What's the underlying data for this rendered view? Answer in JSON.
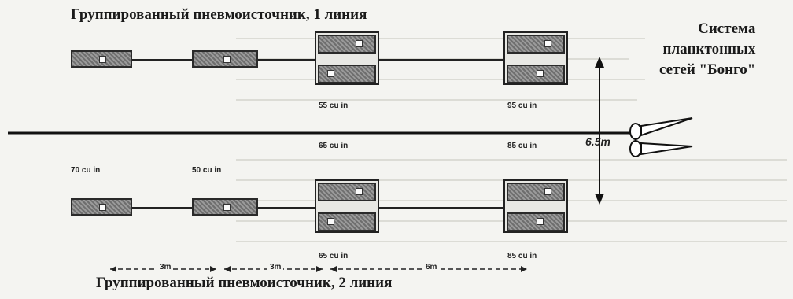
{
  "titles": {
    "line1": "Группированный пневмоисточник, 1 линия",
    "line2": "Группированный пневмоисточник, 2 линия"
  },
  "system_label": [
    "Система",
    "планктонных",
    "сетей \"Бонго\""
  ],
  "vertical_span": "6.5m",
  "volumes": {
    "line1": [
      "55 cu in",
      "95 cu in"
    ],
    "line2": [
      "70 cu in",
      "50 cu in",
      "65 cu in",
      "65 cu in",
      "85 cu in",
      "85 cu in"
    ]
  },
  "distances": [
    "3m",
    "3m",
    "6m"
  ],
  "colors": {
    "ink": "#1a1a1a",
    "gun_fill": "#7a7a7a",
    "background": "#f4f4f1"
  },
  "icons": [
    "air-gun-icon",
    "bongo-net-icon",
    "double-arrow-icon"
  ]
}
